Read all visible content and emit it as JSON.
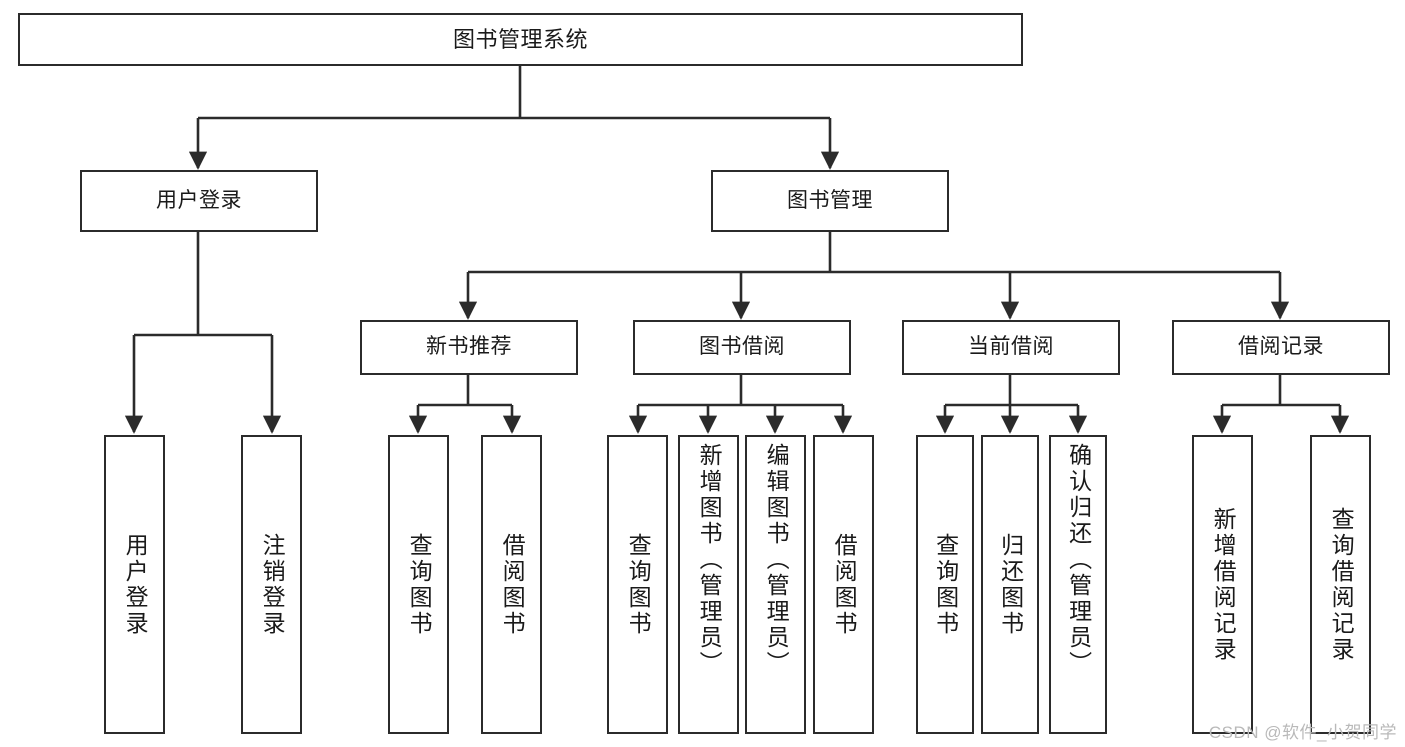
{
  "diagram": {
    "title": "图书管理系统",
    "type": "tree-hierarchy-chart",
    "watermark": "CSDN @软件_小贺同学",
    "colors": {
      "box_border": "#2b2b2b",
      "box_fill": "#ffffff",
      "edge": "#2b2b2b",
      "text": "#1a1a1a",
      "watermark": "#b9b9b9",
      "background": "#ffffff"
    },
    "root": {
      "label": "图书管理系统"
    },
    "level2": [
      {
        "label": "用户登录"
      },
      {
        "label": "图书管理"
      }
    ],
    "level3": [
      {
        "label": "新书推荐"
      },
      {
        "label": "图书借阅"
      },
      {
        "label": "当前借阅"
      },
      {
        "label": "借阅记录"
      }
    ],
    "leaves": {
      "user_login": [
        {
          "label": "用户登录"
        },
        {
          "label": "注销登录"
        }
      ],
      "new_book_recommend": [
        {
          "label": "查询图书"
        },
        {
          "label": "借阅图书"
        }
      ],
      "book_borrow": [
        {
          "label": "查询图书"
        },
        {
          "label": "新增图书（管理员）"
        },
        {
          "label": "编辑图书（管理员）"
        },
        {
          "label": "借阅图书"
        }
      ],
      "current_borrow": [
        {
          "label": "查询图书"
        },
        {
          "label": "归还图书"
        },
        {
          "label": "确认归还（管理员）"
        }
      ],
      "borrow_record": [
        {
          "label": "新增借阅记录"
        },
        {
          "label": "查询借阅记录"
        }
      ]
    }
  }
}
